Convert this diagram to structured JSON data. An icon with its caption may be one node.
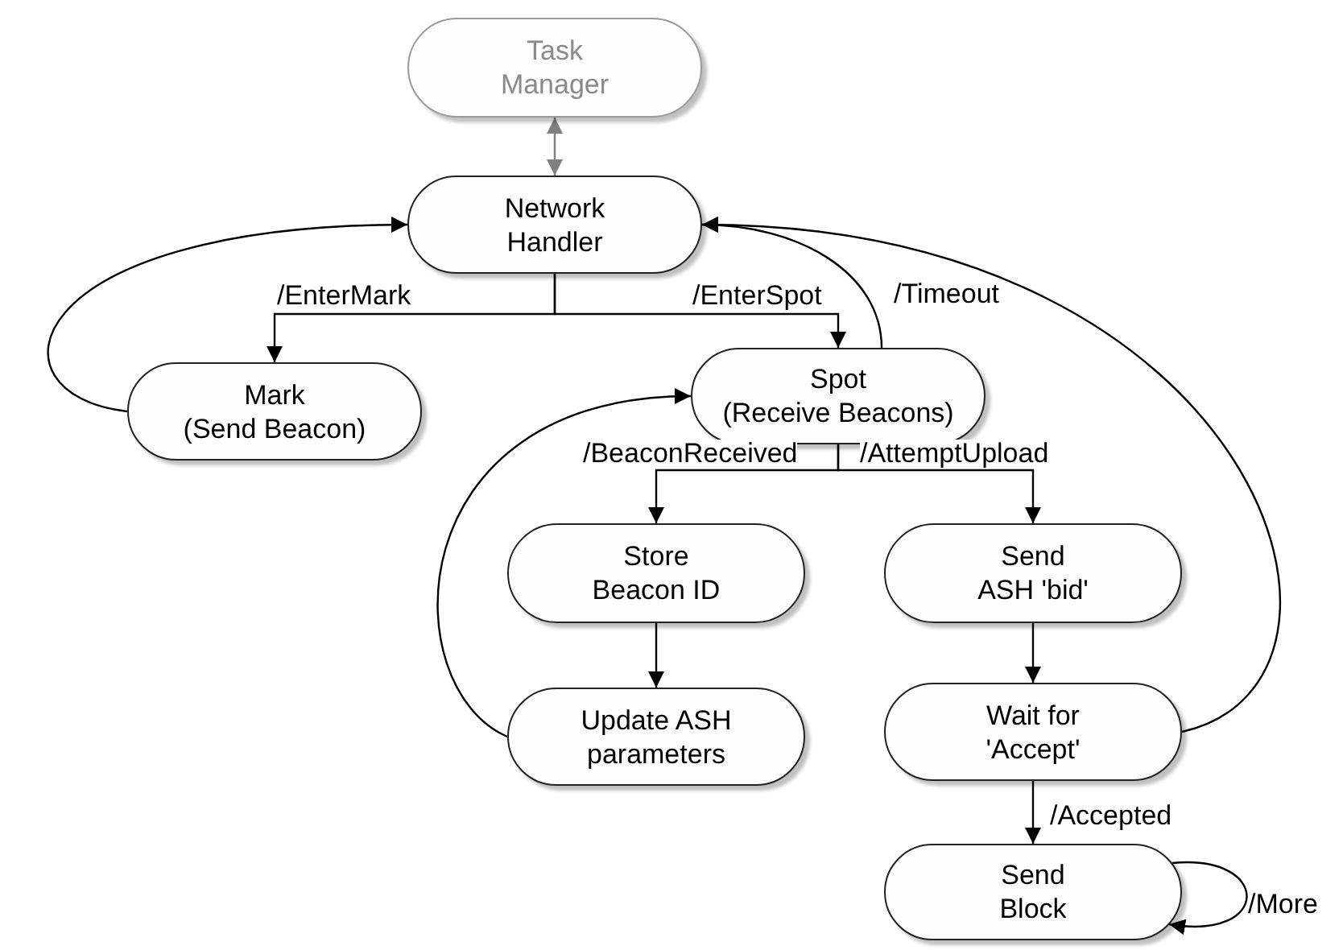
{
  "diagram": {
    "nodes": [
      {
        "text": [
          "Task Manager"
        ]
      },
      {
        "text": [
          "Network Handler"
        ]
      },
      {
        "text": [
          "Mark",
          "(Send Beacon)"
        ]
      },
      {
        "text": [
          "Spot",
          "(Receive Beacons)"
        ]
      },
      {
        "text": [
          "Store Beacon ID"
        ]
      },
      {
        "text": [
          "Send ASH 'bid'"
        ]
      },
      {
        "text": [
          "Update ASH parameters"
        ]
      },
      {
        "text": [
          "Wait for 'Accept'"
        ]
      },
      {
        "text": [
          "Send Block"
        ]
      }
    ],
    "edges": [
      {
        "from": 0,
        "to": 1,
        "arrow": "both",
        "color": "#808080"
      },
      {
        "from": 1,
        "to": 2,
        "arrow": "to",
        "label": "/EnterMark"
      },
      {
        "from": 1,
        "to": 3,
        "arrow": "to",
        "label": "/EnterSpot"
      },
      {
        "from": 2,
        "to": 1,
        "arrow": "to"
      },
      {
        "from": 3,
        "to": 1,
        "arrow": "to",
        "label": "/Timeout"
      },
      {
        "from": 3,
        "to": 4,
        "arrow": "to",
        "label": "/BeaconReceived"
      },
      {
        "from": 3,
        "to": 5,
        "arrow": "to",
        "label": "/AttemptUpload"
      },
      {
        "from": 4,
        "to": 6,
        "arrow": "to"
      },
      {
        "from": 6,
        "to": 3,
        "arrow": "to"
      },
      {
        "from": 5,
        "to": 7,
        "arrow": "to"
      },
      {
        "from": 7,
        "to": 1,
        "arrow": "to"
      },
      {
        "from": 7,
        "to": 8,
        "arrow": "to",
        "label": "/Accepted"
      },
      {
        "from": 8,
        "to": 8,
        "arrow": "to",
        "label": "/More"
      }
    ]
  }
}
